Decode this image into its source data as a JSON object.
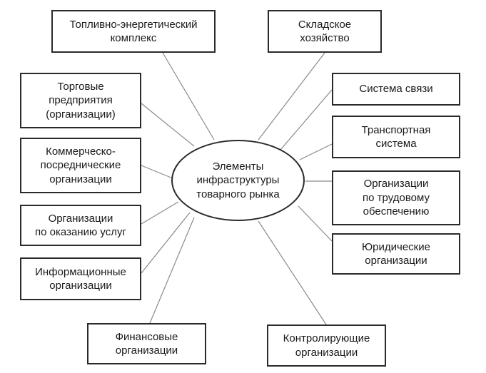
{
  "center": {
    "label": "Элементы\nинфраструктуры\nтоварного рынка"
  },
  "elements": {
    "fuel": "Топливно-энергетический\nкомплекс",
    "warehouse": "Складское\nхозяйство",
    "trade": "Торговые\nпредприятия\n(организации)",
    "commerce": "Коммерческо-\nпосреднические\nорганизации",
    "services": "Организации\nпо оказанию услуг",
    "info": "Информационные\nорганизации",
    "finance": "Финансовые\nорганизации",
    "control": "Контролирующие\nорганизации",
    "comm": "Система связи",
    "transport": "Транспортная\nсистема",
    "labor": "Организации\nпо трудовому\nобеспечению",
    "legal": "Юридические\nорганизации"
  }
}
